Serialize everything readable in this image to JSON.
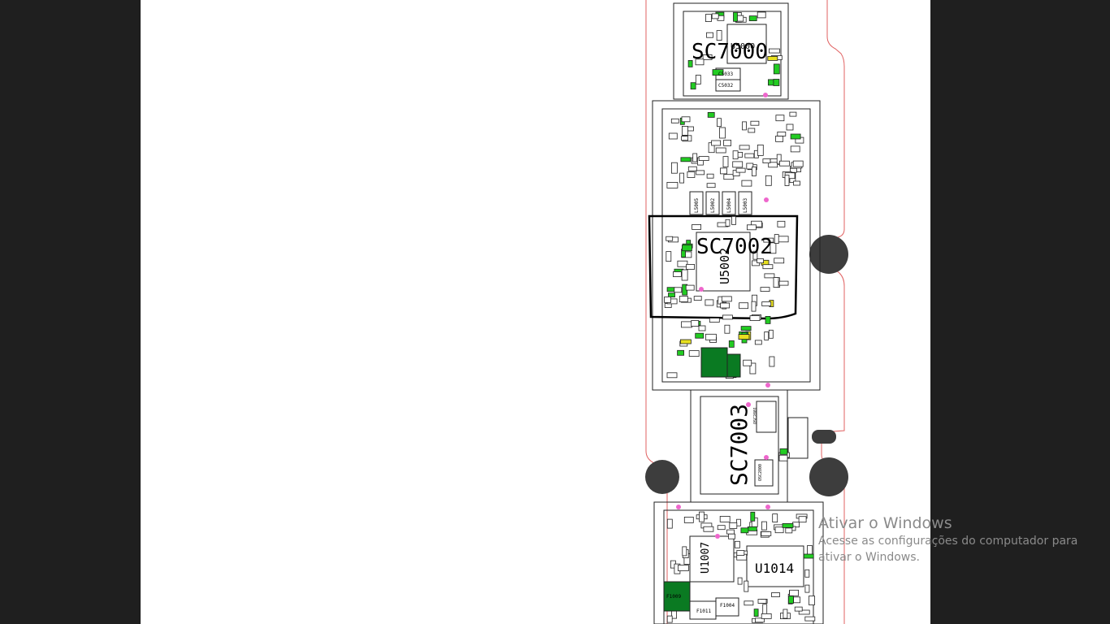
{
  "viewer": {
    "background": "#ffffff",
    "outside": "#1f1f1f"
  },
  "board": {
    "outline_color": "#e06060",
    "shield_labels": {
      "sc7000": "SC7000",
      "sc7002": "SC7002",
      "sc7003": "SC7003"
    },
    "chip_labels": {
      "u5000": "U5000",
      "u5002": "U5002",
      "u1007": "U1007",
      "u1014": "U1014"
    },
    "small_labels": {
      "c5033": "C5033",
      "c5032": "C5032",
      "l5005": "L5005",
      "l5002": "L5002",
      "l5004": "L5004",
      "l5003": "L5003",
      "f1011": "F1011",
      "f1004": "F1004",
      "f1009": "F1009",
      "osc2801": "OSC2801",
      "osc2800": "OSC2800"
    },
    "colors": {
      "green": "#22cc22",
      "dark_green": "#0a7a22",
      "yellow": "#e8e020",
      "pink": "#ee66cc",
      "hole": "#3d3d3d"
    }
  },
  "watermark": {
    "title": "Ativar o Windows",
    "subtitle": "Acesse as configurações do computador para ativar o Windows."
  }
}
